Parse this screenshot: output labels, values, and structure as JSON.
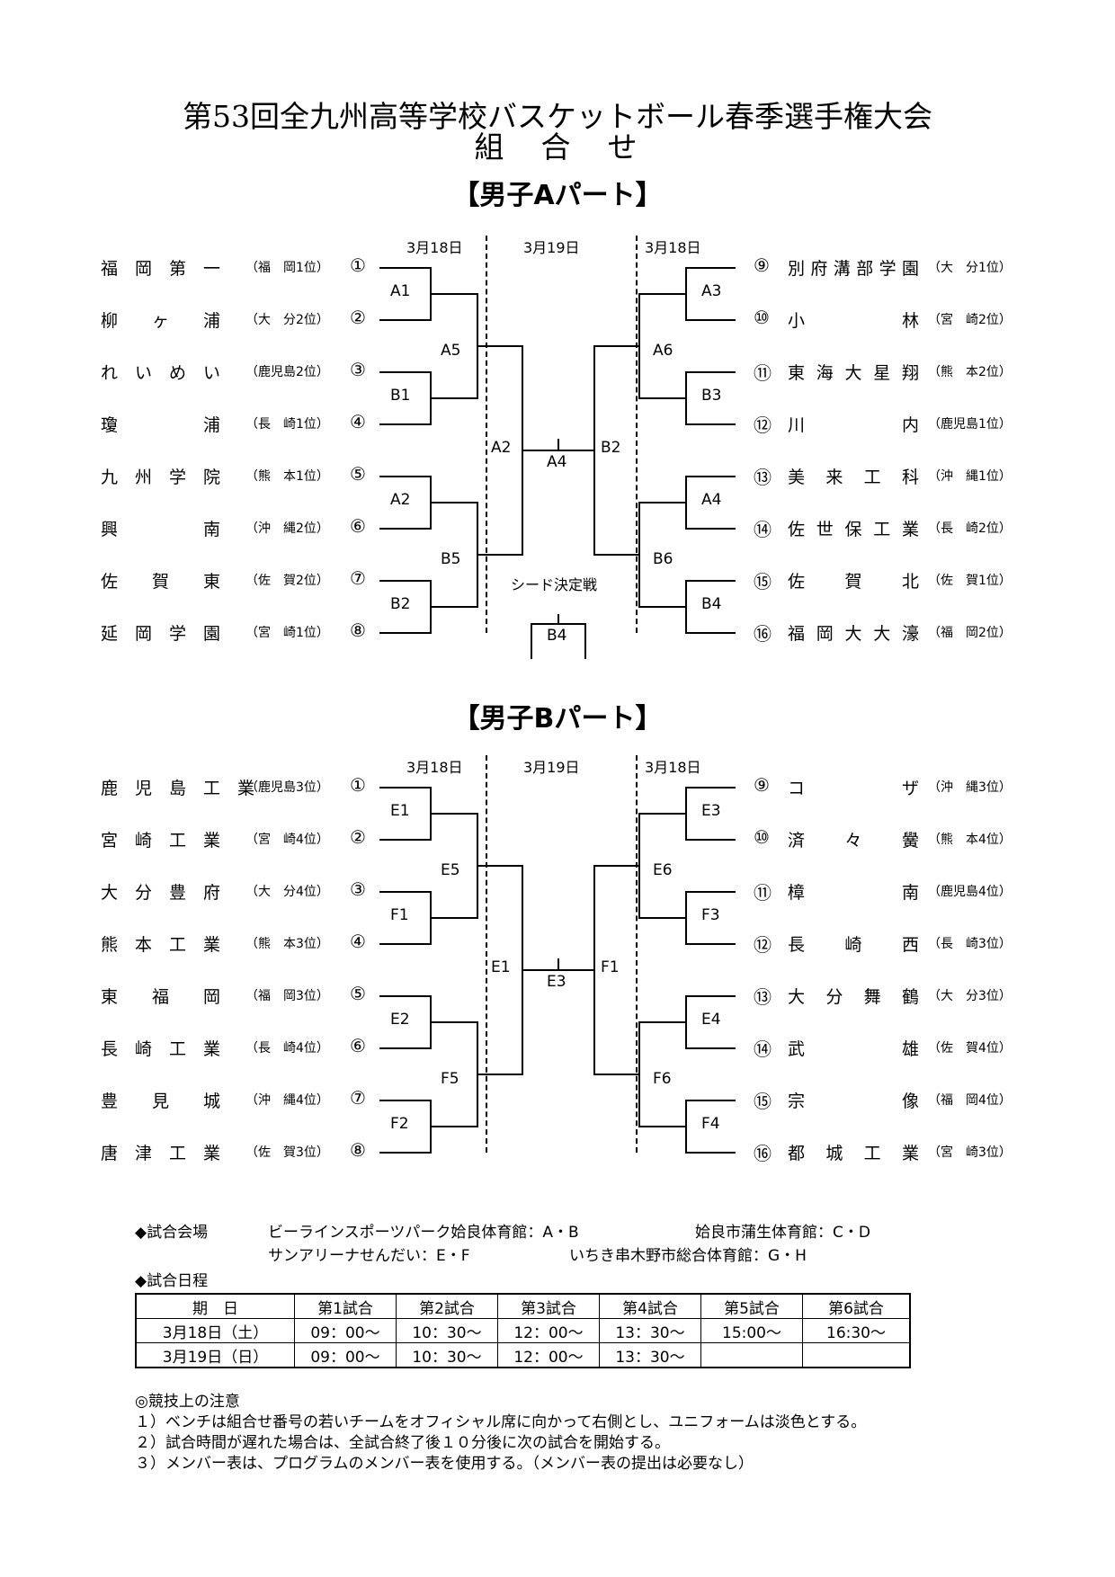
{
  "title": {
    "line1": "第53回全九州高等学校バスケットボール春季選手権大会",
    "line2": "組　合　せ"
  },
  "partA": {
    "heading": "【男子Aパート】",
    "dates": [
      "3月18日",
      "3月19日",
      "3月18日"
    ],
    "left_teams": [
      {
        "name": "福　岡　第　一",
        "pref": "（福　岡1位）",
        "no": "①"
      },
      {
        "name": "柳　　ヶ　　浦",
        "pref": "（大　分2位）",
        "no": "②"
      },
      {
        "name": "れ　い　め　い",
        "pref": "（鹿児島2位）",
        "no": "③"
      },
      {
        "name": "瓊　　　　　浦",
        "pref": "（長　崎1位）",
        "no": "④"
      },
      {
        "name": "九　州　学　院",
        "pref": "（熊　本1位）",
        "no": "⑤"
      },
      {
        "name": "興　　　　　南",
        "pref": "（沖　縄2位）",
        "no": "⑥"
      },
      {
        "name": "佐　　賀　　東",
        "pref": "（佐　賀2位）",
        "no": "⑦"
      },
      {
        "name": "延　岡　学　園",
        "pref": "（宮　崎1位）",
        "no": "⑧"
      }
    ],
    "right_teams": [
      {
        "name": "別府溝部学園",
        "pref": "（大　分1位）",
        "no": "⑨"
      },
      {
        "name": "小　　　　　林",
        "pref": "（宮　崎2位）",
        "no": "⑩"
      },
      {
        "name": "東海大星翔",
        "pref": "（熊　本2位）",
        "no": "⑪"
      },
      {
        "name": "川　　　　　内",
        "pref": "（鹿児島1位）",
        "no": "⑫"
      },
      {
        "name": "美　来　工　科",
        "pref": "（沖　縄1位）",
        "no": "⑬"
      },
      {
        "name": "佐世保工業",
        "pref": "（長　崎2位）",
        "no": "⑭"
      },
      {
        "name": "佐　　賀　　北",
        "pref": "（佐　賀1位）",
        "no": "⑮"
      },
      {
        "name": "福岡大大濠",
        "pref": "（福　岡2位）",
        "no": "⑯"
      }
    ],
    "left_r1": [
      "A1",
      "B1",
      "A2",
      "B2"
    ],
    "left_r2": [
      "A5",
      "B5"
    ],
    "right_r1": [
      "A3",
      "B3",
      "A4",
      "B4"
    ],
    "right_r2": [
      "A6",
      "B6"
    ],
    "semi_left": "A2",
    "semi_right": "B2",
    "final": "A4",
    "seed_label": "シード決定戦",
    "seed_match": "B4"
  },
  "partB": {
    "heading": "【男子Bパート】",
    "dates": [
      "3月18日",
      "3月19日",
      "3月18日"
    ],
    "left_teams": [
      {
        "name": "鹿　児　島　工　業",
        "pref": "（鹿児島3位）",
        "no": "①"
      },
      {
        "name": "宮　崎　工　業",
        "pref": "（宮　崎4位）",
        "no": "②"
      },
      {
        "name": "大　分　豊　府",
        "pref": "（大　分4位）",
        "no": "③"
      },
      {
        "name": "熊　本　工　業",
        "pref": "（熊　本3位）",
        "no": "④"
      },
      {
        "name": "東　　福　　岡",
        "pref": "（福　岡3位）",
        "no": "⑤"
      },
      {
        "name": "長　崎　工　業",
        "pref": "（長　崎4位）",
        "no": "⑥"
      },
      {
        "name": "豊　　見　　城",
        "pref": "（沖　縄4位）",
        "no": "⑦"
      },
      {
        "name": "唐　津　工　業",
        "pref": "（佐　賀3位）",
        "no": "⑧"
      }
    ],
    "right_teams": [
      {
        "name": "コ　　　　　ザ",
        "pref": "（沖　縄3位）",
        "no": "⑨"
      },
      {
        "name": "済　　々　　黌",
        "pref": "（熊　本4位）",
        "no": "⑩"
      },
      {
        "name": "樟　　　　　南",
        "pref": "（鹿児島4位）",
        "no": "⑪"
      },
      {
        "name": "長　　崎　　西",
        "pref": "（長　崎3位）",
        "no": "⑫"
      },
      {
        "name": "大　分　舞　鶴",
        "pref": "（大　分3位）",
        "no": "⑬"
      },
      {
        "name": "武　　　　　雄",
        "pref": "（佐　賀4位）",
        "no": "⑭"
      },
      {
        "name": "宗　　　　　像",
        "pref": "（福　岡4位）",
        "no": "⑮"
      },
      {
        "name": "都　城　工　業",
        "pref": "（宮　崎3位）",
        "no": "⑯"
      }
    ],
    "left_r1": [
      "E1",
      "F1",
      "E2",
      "F2"
    ],
    "left_r2": [
      "E5",
      "F5"
    ],
    "right_r1": [
      "E3",
      "F3",
      "E4",
      "F4"
    ],
    "right_r2": [
      "E6",
      "F6"
    ],
    "semi_left": "E1",
    "semi_right": "F1",
    "final": "E3"
  },
  "venues": {
    "label": "◆試合会場",
    "line1a": "ビーラインスポーツパーク姶良体育館：A・B",
    "line1b": "姶良市蒲生体育館：C・D",
    "line2a": "サンアリーナせんだい：E・F",
    "line2b": "いちき串木野市総合体育館：G・H"
  },
  "schedule": {
    "label": "◆試合日程",
    "headers": [
      "期　日",
      "第1試合",
      "第2試合",
      "第3試合",
      "第4試合",
      "第5試合",
      "第6試合"
    ],
    "rows": [
      [
        "3月18日（土）",
        "09：00～",
        "10：30～",
        "12：00～",
        "13：30～",
        "15:00～",
        "16:30～"
      ],
      [
        "3月19日（日）",
        "09：00～",
        "10：30～",
        "12：00～",
        "13：30～",
        "",
        ""
      ]
    ]
  },
  "notes": {
    "heading": "◎競技上の注意",
    "items": [
      "１）ベンチは組合せ番号の若いチームをオフィシャル席に向かって右側とし、ユニフォームは淡色とする。",
      "２）試合時間が遅れた場合は、全試合終了後１０分後に次の試合を開始する。",
      "３）メンバー表は、プログラムのメンバー表を使用する。（メンバー表の提出は必要なし）"
    ]
  }
}
